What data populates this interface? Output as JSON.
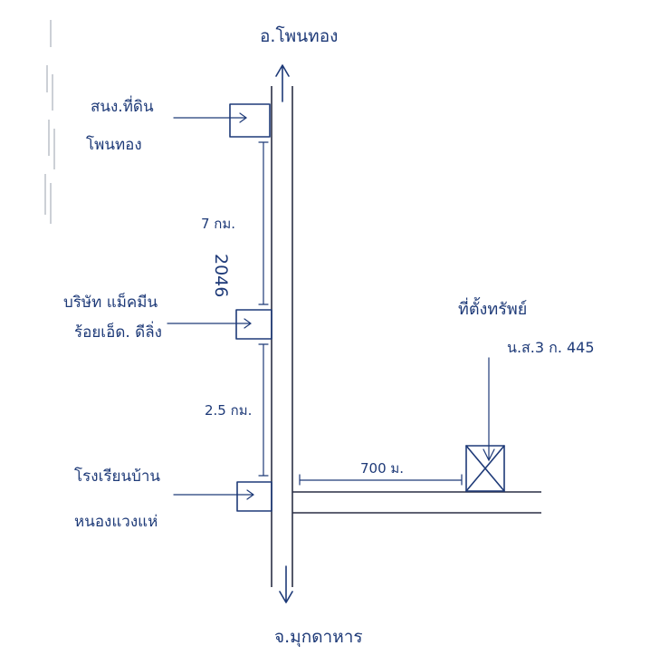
{
  "top_destination": "อ.โพนทอง",
  "bottom_destination": "จ.มุกดาหาร",
  "road_number": "2046",
  "distance_top_segment": "7 กม.",
  "distance_mid_segment": "2.5 กม.",
  "distance_side_road": "700 ม.",
  "landmarks": [
    {
      "line1": "สนง.ที่ดิน",
      "line2": "โพนทอง"
    },
    {
      "line1": "บริษัท แม็คมีน",
      "line2": "ร้อยเอ็ด. ดีลิ่ง"
    },
    {
      "line1": "โรงเรียนบ้าน",
      "line2": "หนองแวงแห่"
    }
  ],
  "property": {
    "label": "ที่ตั้งทรัพย์",
    "deed": "น.ส.3 ก. 445"
  },
  "colors": {
    "ink": "#1e3a78",
    "road": "#2a2f45"
  }
}
